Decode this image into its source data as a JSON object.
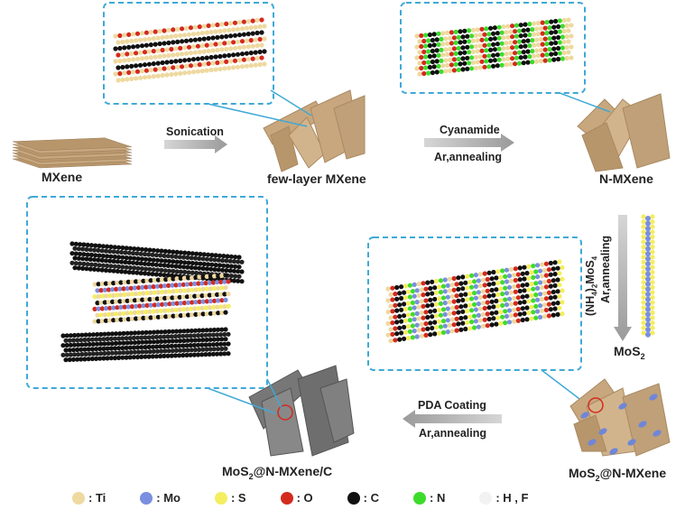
{
  "labels": {
    "mxene": "MXene",
    "few_layer": "few-layer MXene",
    "n_mxene": "N-MXene",
    "mos2": "MoS",
    "mos2_sub": "2",
    "mos2_n_mxene": "MoS",
    "mos2_n_mxene_sub": "2",
    "mos2_n_mxene_rest": "@N-MXene",
    "mos2_n_mxene_c": "MoS",
    "mos2_n_mxene_c_sub": "2",
    "mos2_n_mxene_c_rest": "@N-MXene/C"
  },
  "processes": {
    "sonication": "Sonication",
    "cyanamide": "Cyanamide",
    "ar_annealing_1": "Ar,annealing",
    "ammonium_prefix": "(NH",
    "ammonium_sub4": "4",
    "ammonium_mid": ")",
    "ammonium_sub2": "2",
    "ammonium_rest": "MoS",
    "ammonium_sub_s4": "4",
    "ar_annealing_2": "Ar,annealing",
    "pda": "PDA Coating",
    "ar_annealing_3": "Ar,annealing"
  },
  "legend": [
    {
      "label": ": Ti",
      "color": "#eed9a0"
    },
    {
      "label": ": Mo",
      "color": "#7b8fe0"
    },
    {
      "label": ": S",
      "color": "#f4ee60"
    },
    {
      "label": ": O",
      "color": "#d42a1e"
    },
    {
      "label": ": C",
      "color": "#111111"
    },
    {
      "label": ": N",
      "color": "#3ddc2c"
    },
    {
      "label": ": H , F",
      "color": "#f2f2f2"
    }
  ],
  "colors": {
    "flake": "#c8a77e",
    "flake_dark": "#a98a62",
    "dash": "#3fa9d6",
    "arrow": "#999999",
    "carbon_flake": "#7a7a7a"
  }
}
